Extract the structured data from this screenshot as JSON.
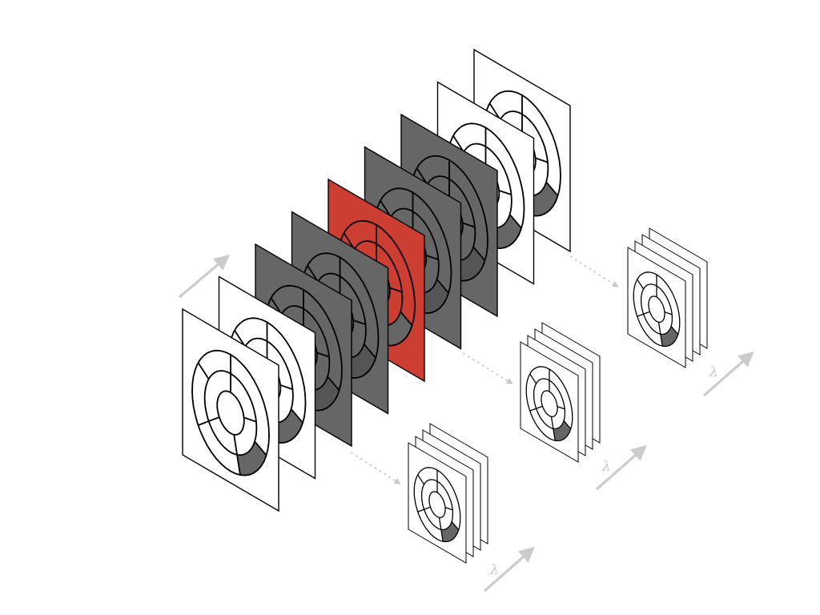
{
  "diagram": {
    "main_stack": {
      "frames": [
        {
          "fill": "#ffffff",
          "rings": "#000000",
          "segment": "#666666"
        },
        {
          "fill": "#ffffff",
          "rings": "#000000",
          "segment": "#666666"
        },
        {
          "fill": "#666666",
          "rings": "#000000",
          "segment": "#666666"
        },
        {
          "fill": "#666666",
          "rings": "#000000",
          "segment": "#666666"
        },
        {
          "fill": "#cc3d32",
          "rings": "#000000",
          "segment": "#666666"
        },
        {
          "fill": "#666666",
          "rings": "#000000",
          "segment": "#666666"
        },
        {
          "fill": "#666666",
          "rings": "#000000",
          "segment": "#666666"
        },
        {
          "fill": "#ffffff",
          "rings": "#000000",
          "segment": "#666666"
        },
        {
          "fill": "#ffffff",
          "rings": "#000000",
          "segment": "#666666"
        }
      ]
    },
    "sub_stacks": [
      {
        "label": "λ",
        "frame_count": 4
      },
      {
        "label": "λ",
        "frame_count": 4
      },
      {
        "label": "λ",
        "frame_count": 4
      }
    ],
    "colors": {
      "outline": "#000000",
      "highlight": "#cc3d32",
      "dark_frame": "#666666",
      "arrow": "#cccccc",
      "connector": "#c8c8c8"
    }
  }
}
